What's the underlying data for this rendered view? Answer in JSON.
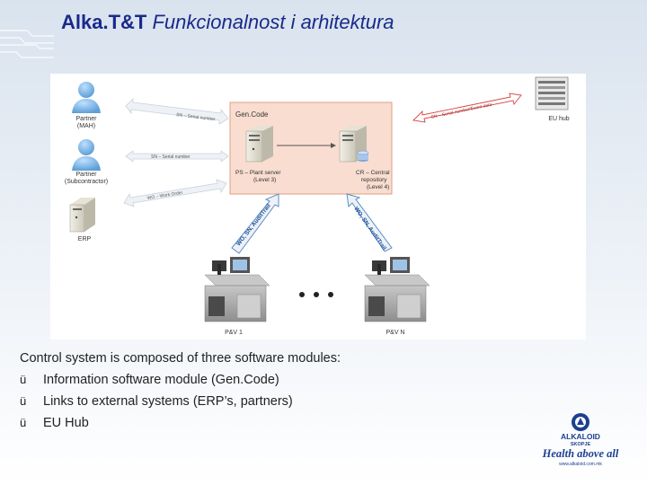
{
  "slide": {
    "title_brand": "Alka.T&T",
    "title_rest": "Funkcionalnost i arhitektura"
  },
  "diagram": {
    "gencode_label": "Gen.Code",
    "partner_mah_line1": "Partner",
    "partner_mah_line2": "(MAH)",
    "partner_sub_line1": "Partner",
    "partner_sub_line2": "(Subcontractor)",
    "erp_label": "ERP",
    "plant_server_line1": "PS – Plant server",
    "plant_server_line2": "(Level 3)",
    "central_repo_line1": "CR – Central",
    "central_repo_line2": "repository",
    "central_repo_line3": "(Level 4)",
    "eu_hub_label": "EU hub",
    "arrow_sn_label": "SN – Serial number",
    "arrow_wo_label": "WO – Work Order",
    "arrow_eu_label": "SN – Serial number/Event data",
    "arrow_left_vertical_label": "WO, SN, AuditTrail",
    "arrow_right_vertical_label": "WO, SN, AuditTrail",
    "pv1_label": "P&V 1",
    "pvn_label": "P&V N"
  },
  "body": {
    "intro": "Control system is composed of three software modules:",
    "check_glyph": "ü",
    "items": [
      "Information software module (Gen.Code)",
      "Links to external systems (ERP’s, partners)",
      "EU Hub"
    ]
  },
  "logo": {
    "name_line1": "ALKALOID",
    "name_line2": "SKOPJE",
    "tagline": "Health above all",
    "url": "www.alkaloid.com.mk"
  },
  "colors": {
    "title": "#1a2a8a",
    "gencode_box": "#f8ddd0",
    "gencode_border": "#e0a080",
    "arrow_grey": "#c9d3dd",
    "arrow_red": "#d64545",
    "logo_blue": "#1d3f8f"
  }
}
